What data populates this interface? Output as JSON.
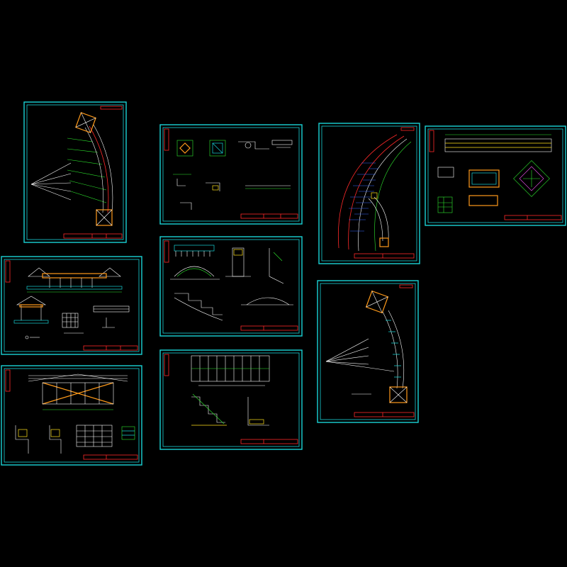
{
  "drawing_set": {
    "background": "#000000",
    "colors": {
      "frame": "#19d3d6",
      "title_block": "#ff2a2a",
      "linework": "#ffffff",
      "dimension": "#2ee82e",
      "highlight": "#ff9a1a",
      "hatch": "#ffe21a",
      "water": "#3a6bff"
    },
    "sheets": [
      {
        "id": "curved-corridor-plan",
        "content": "arc-walkway-plan"
      },
      {
        "id": "pavilion-elevation",
        "content": "pavilion-elevation"
      },
      {
        "id": "roof-framing",
        "content": "truss-section"
      },
      {
        "id": "paving-details",
        "content": "detail-grid"
      },
      {
        "id": "arch-bridge-details",
        "content": "bridge-sections"
      },
      {
        "id": "stair-sections",
        "content": "stair-sections"
      },
      {
        "id": "riverside-plan",
        "content": "river-plan"
      },
      {
        "id": "pool-details",
        "content": "pool-details"
      },
      {
        "id": "curved-corridor-plan-2",
        "content": "arc-walkway-plan"
      }
    ]
  }
}
